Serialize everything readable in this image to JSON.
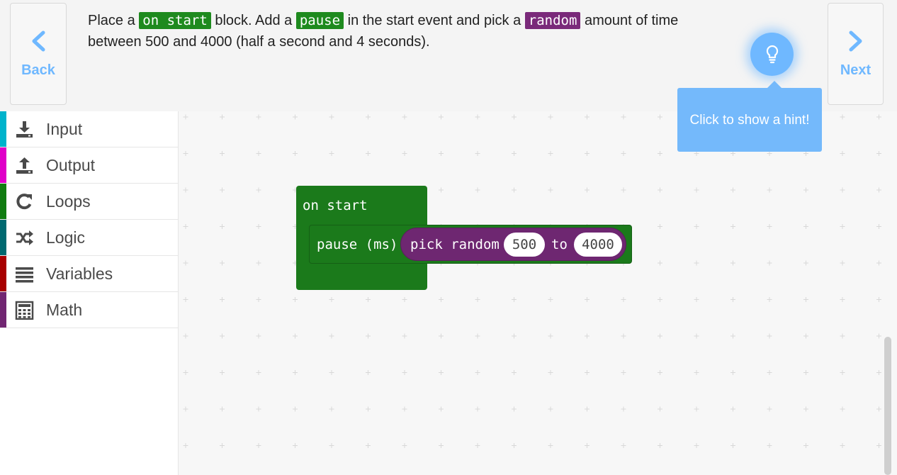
{
  "nav": {
    "back_label": "Back",
    "next_label": "Next"
  },
  "instruction": {
    "t1": "Place a ",
    "chip1": "on start",
    "t2": " block. Add a ",
    "chip2": "pause",
    "t3": " in the start event and pick a ",
    "chip3": "random",
    "t4": " amount of time between 500 and 4000 (half a second and 4 seconds)."
  },
  "hint": {
    "icon": "lightbulb-icon",
    "text": "Click to show a hint!"
  },
  "toolbox": {
    "items": [
      {
        "label": "Input",
        "icon": "input-icon",
        "color": "#00b3cc"
      },
      {
        "label": "Output",
        "icon": "output-icon",
        "color": "#e000c8"
      },
      {
        "label": "Loops",
        "icon": "loops-icon",
        "color": "#107c10"
      },
      {
        "label": "Logic",
        "icon": "logic-icon",
        "color": "#006970"
      },
      {
        "label": "Variables",
        "icon": "variables-icon",
        "color": "#a80000"
      },
      {
        "label": "Math",
        "icon": "math-icon",
        "color": "#712672"
      }
    ]
  },
  "blocks": {
    "on_start": "on start",
    "pause": "pause (ms)",
    "pick_random": "pick random",
    "from_value": "500",
    "to_label": "to",
    "to_value": "4000"
  },
  "colors": {
    "accent": "#6fb8ff",
    "block_green": "#1b7a1b",
    "block_purple": "#6e2771"
  }
}
